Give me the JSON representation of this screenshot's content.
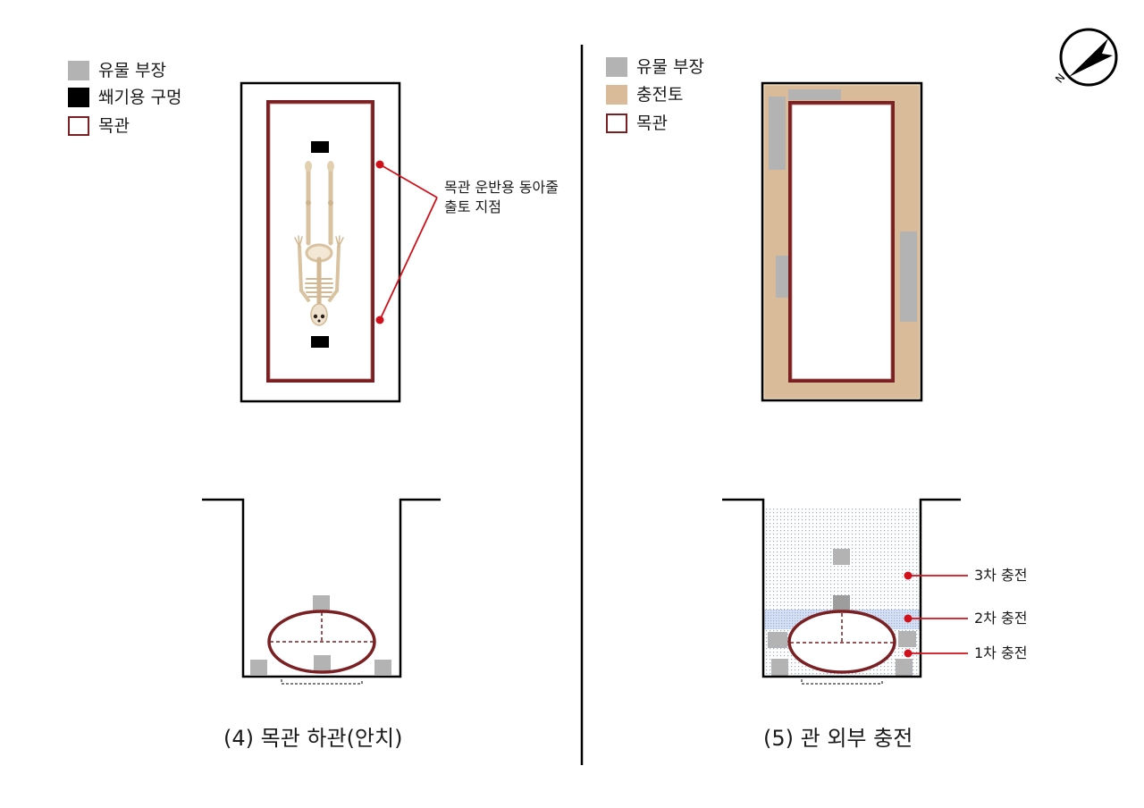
{
  "colors": {
    "artifact": "#b3b3b3",
    "hole": "#000000",
    "coffin": "#7a1f22",
    "backfill": "#d9bb99",
    "annotation": "#d0101a",
    "fill_dots": "#8fa9d6",
    "fill_band": "#c9d7ee"
  },
  "left_panel": {
    "legend": [
      {
        "icon": "gray-square",
        "label": "유물 부장"
      },
      {
        "icon": "black-square",
        "label": "쐐기용 구멍"
      },
      {
        "icon": "coffin-outline-square",
        "label": "목관"
      }
    ],
    "annotation": {
      "line1": "목관 운반용 동아줄",
      "line2": "출토 지점"
    },
    "caption": "(4) 목관 하관(안치)"
  },
  "right_panel": {
    "legend": [
      {
        "icon": "gray-square",
        "label": "유물 부장"
      },
      {
        "icon": "tan-square",
        "label": "충전토"
      },
      {
        "icon": "coffin-outline-square",
        "label": "목관"
      }
    ],
    "fill_labels": [
      "3차 충전",
      "2차 충전",
      "1차 충전"
    ],
    "caption": "(5) 관 외부 충전"
  },
  "compass": {
    "letter": "N"
  }
}
